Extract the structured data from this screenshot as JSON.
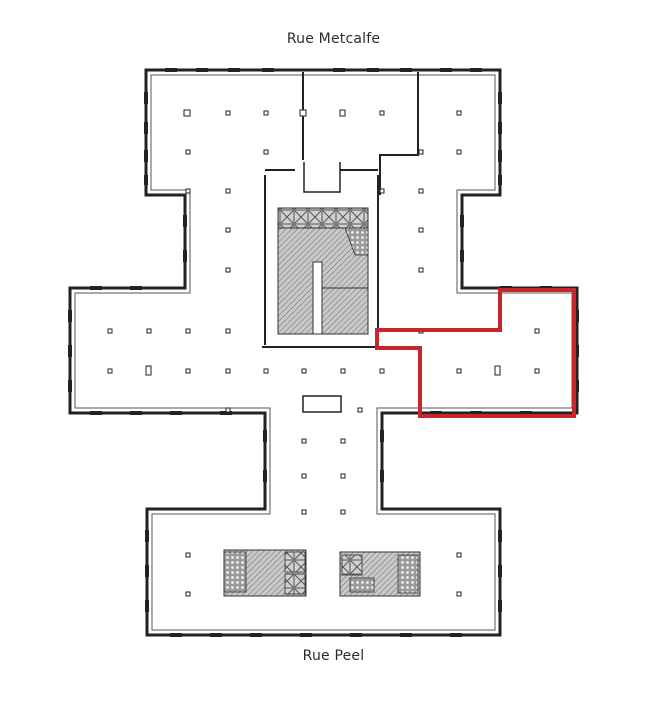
{
  "plan": {
    "street_top": "Rue Metcalfe",
    "street_bottom": "Rue Peel",
    "highlight_color": "#c8262b",
    "wall_color": "#222222",
    "core_fill": "#bdbdbd",
    "highlighted_suite": "east-wing-suite"
  }
}
